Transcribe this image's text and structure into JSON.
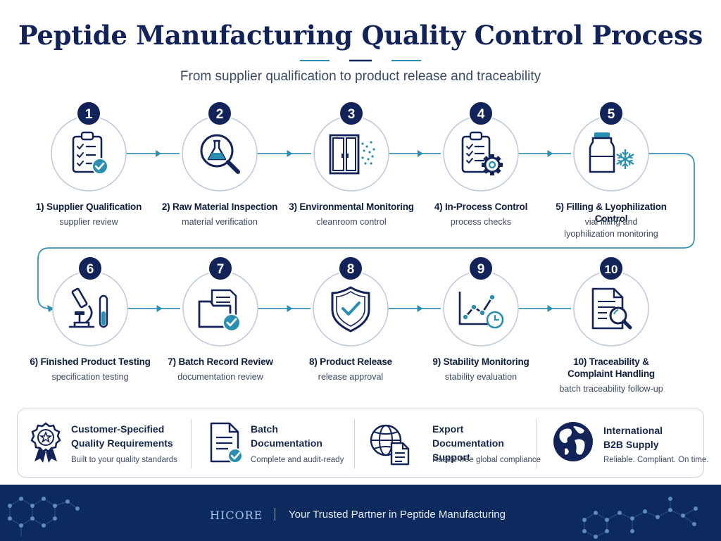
{
  "title": "Peptide Manufacturing Quality Control Process",
  "subtitle": "From supplier qualification to product release and traceability",
  "colors": {
    "navy": "#12235a",
    "teal": "#2a8fb0",
    "connector": "#3a94b5",
    "footer": "#0d2a5e"
  },
  "steps": [
    {
      "number": "1",
      "label": "1) Supplier Qualification",
      "desc": "supplier review",
      "icon": "clipboard-check-icon"
    },
    {
      "number": "2",
      "label": "2) Raw Material Inspection",
      "desc": "material verification",
      "icon": "magnifier-flask-icon"
    },
    {
      "number": "3",
      "label": "3) Environmental Monitoring",
      "desc": "cleanroom control",
      "icon": "cleanroom-door-icon"
    },
    {
      "number": "4",
      "label": "4) In-Process Control",
      "desc": "process checks",
      "icon": "clipboard-gear-icon"
    },
    {
      "number": "5",
      "label": "5) Filling & Lyophilization Control",
      "desc": "vial filling and lyophilization monitoring",
      "desc_lines": [
        "vial filling and",
        "lyophilization monitoring"
      ],
      "icon": "vial-snowflake-icon"
    },
    {
      "number": "6",
      "label": "6) Finished Product Testing",
      "desc": "specification testing",
      "icon": "microscope-testtube-icon"
    },
    {
      "number": "7",
      "label": "7) Batch Record Review",
      "desc": "documentation review",
      "icon": "folder-check-icon"
    },
    {
      "number": "8",
      "label": "8) Product Release",
      "desc": "release approval",
      "icon": "shield-check-icon"
    },
    {
      "number": "9",
      "label": "9) Stability Monitoring",
      "desc": "stability evaluation",
      "icon": "chart-clock-icon"
    },
    {
      "number": "10",
      "label": "10) Traceability & Complaint Handling",
      "label_lines": [
        "10) Traceability &",
        "Complaint Handling"
      ],
      "desc": "batch traceability follow-up",
      "icon": "document-search-icon"
    }
  ],
  "features": [
    {
      "title_lines": [
        "Customer-Specified",
        "Quality Requirements"
      ],
      "sub": "Built to your quality standards",
      "icon": "award-star-icon"
    },
    {
      "title_lines": [
        "Batch",
        "Documentation"
      ],
      "sub": "Complete and audit-ready",
      "icon": "document-check-icon"
    },
    {
      "title_lines": [
        "Export",
        "Documentation Support"
      ],
      "sub": "Hassle-free global compliance",
      "icon": "globe-document-icon"
    },
    {
      "title_lines": [
        "International",
        "B2B Supply"
      ],
      "sub": "Reliable. Compliant. On time.",
      "icon": "earth-globe-icon"
    }
  ],
  "footer": {
    "brand": "HICORE",
    "tagline": "Your Trusted Partner in Peptide Manufacturing"
  }
}
